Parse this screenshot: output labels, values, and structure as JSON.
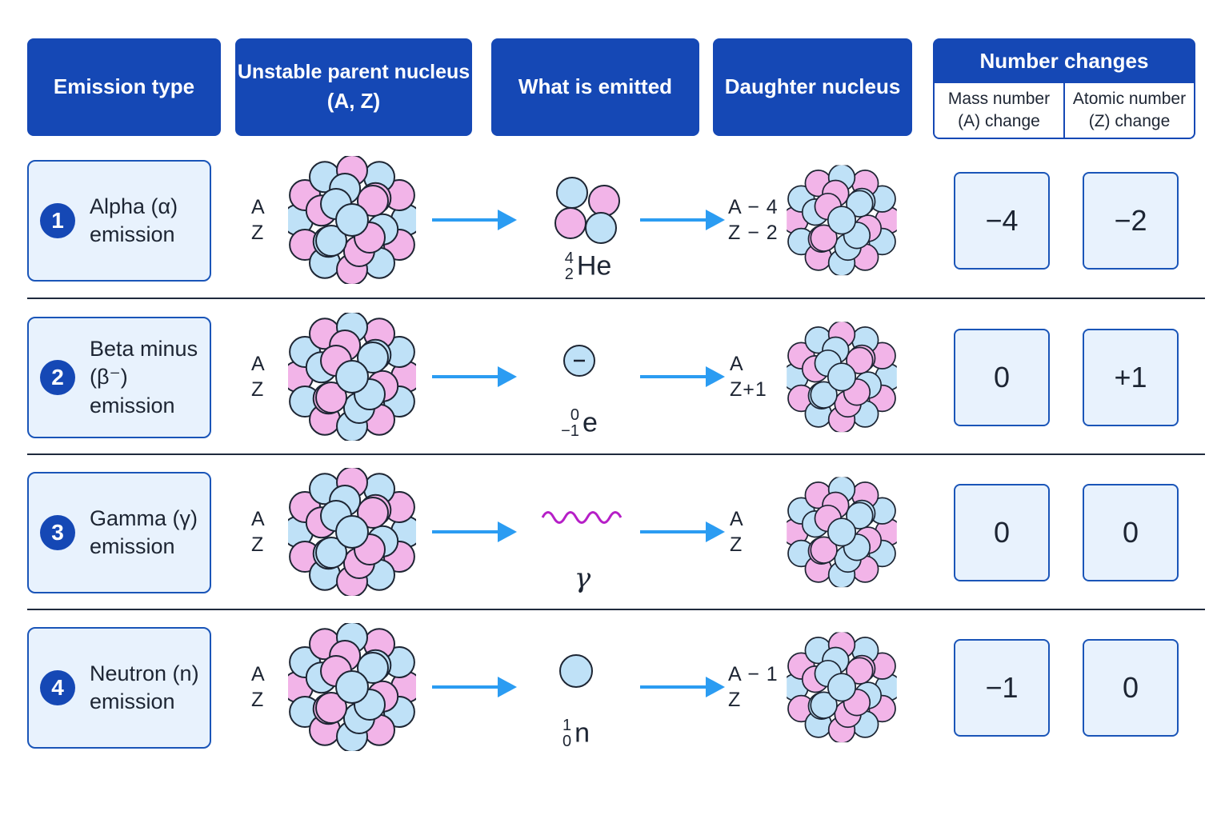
{
  "headers": {
    "emission_type": "Emission type",
    "parent_line1": "Unstable parent nucleus",
    "parent_line2": "(A, Z)",
    "emitted": "What is emitted",
    "daughter": "Daughter nucleus",
    "changes": "Number changes",
    "mass_change": "Mass number (A) change",
    "atomic_change": "Atomic number (Z) change"
  },
  "colors": {
    "header": "#1548b5",
    "card_bg": "#e8f2fd",
    "arrow": "#2b9cf2",
    "proton": "#f2b4e8",
    "neutron": "#bfe1f7",
    "gamma": "#b61fc7"
  },
  "rows": [
    {
      "num": "1",
      "type": "Alpha (α) emission",
      "parent_a": "A",
      "parent_z": "Z",
      "emit_top": "4",
      "emit_bottom": "2",
      "emit_symbol": "He",
      "daughter_a": "A − 4",
      "daughter_z": "Z − 2",
      "mass_change": "−4",
      "atomic_change": "−2"
    },
    {
      "num": "2",
      "type": "Beta minus (β⁻) emission",
      "parent_a": "A",
      "parent_z": "Z",
      "emit_top": "0",
      "emit_bottom": "−1",
      "emit_symbol": "e",
      "particle_sign": "−",
      "daughter_a": "A",
      "daughter_z": "Z+1",
      "mass_change": "0",
      "atomic_change": "+1"
    },
    {
      "num": "3",
      "type": "Gamma (γ) emission",
      "parent_a": "A",
      "parent_z": "Z",
      "emit_symbol": "γ",
      "daughter_a": "A",
      "daughter_z": "Z",
      "mass_change": "0",
      "atomic_change": "0"
    },
    {
      "num": "4",
      "type": "Neutron (n) emission",
      "parent_a": "A",
      "parent_z": "Z",
      "emit_top": "1",
      "emit_bottom": "0",
      "emit_symbol": "n",
      "daughter_a": "A − 1",
      "daughter_z": "Z",
      "mass_change": "−1",
      "atomic_change": "0"
    }
  ]
}
